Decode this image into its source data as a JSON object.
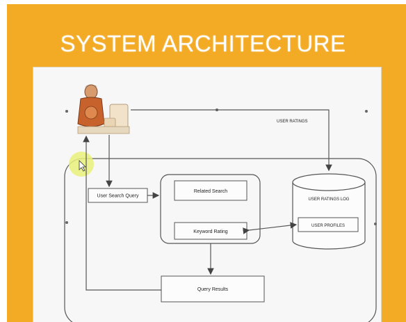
{
  "slide": {
    "title": "SYSTEM ARCHITECTURE"
  },
  "diagram": {
    "user_ratings_label": "USER RATINGS",
    "user_search_query": "User Search Query",
    "related_search": "Related Search",
    "keyword_rating": "Keyword Rating",
    "user_ratings_log": "USER RATINGS LOG",
    "user_profiles": "USER PROFILES",
    "query_results": "Query Results"
  },
  "colors": {
    "frame": "#f3aa24",
    "canvas": "#f7f7f7",
    "stroke": "#555555",
    "cursor_highlight": "#e9f07a"
  }
}
